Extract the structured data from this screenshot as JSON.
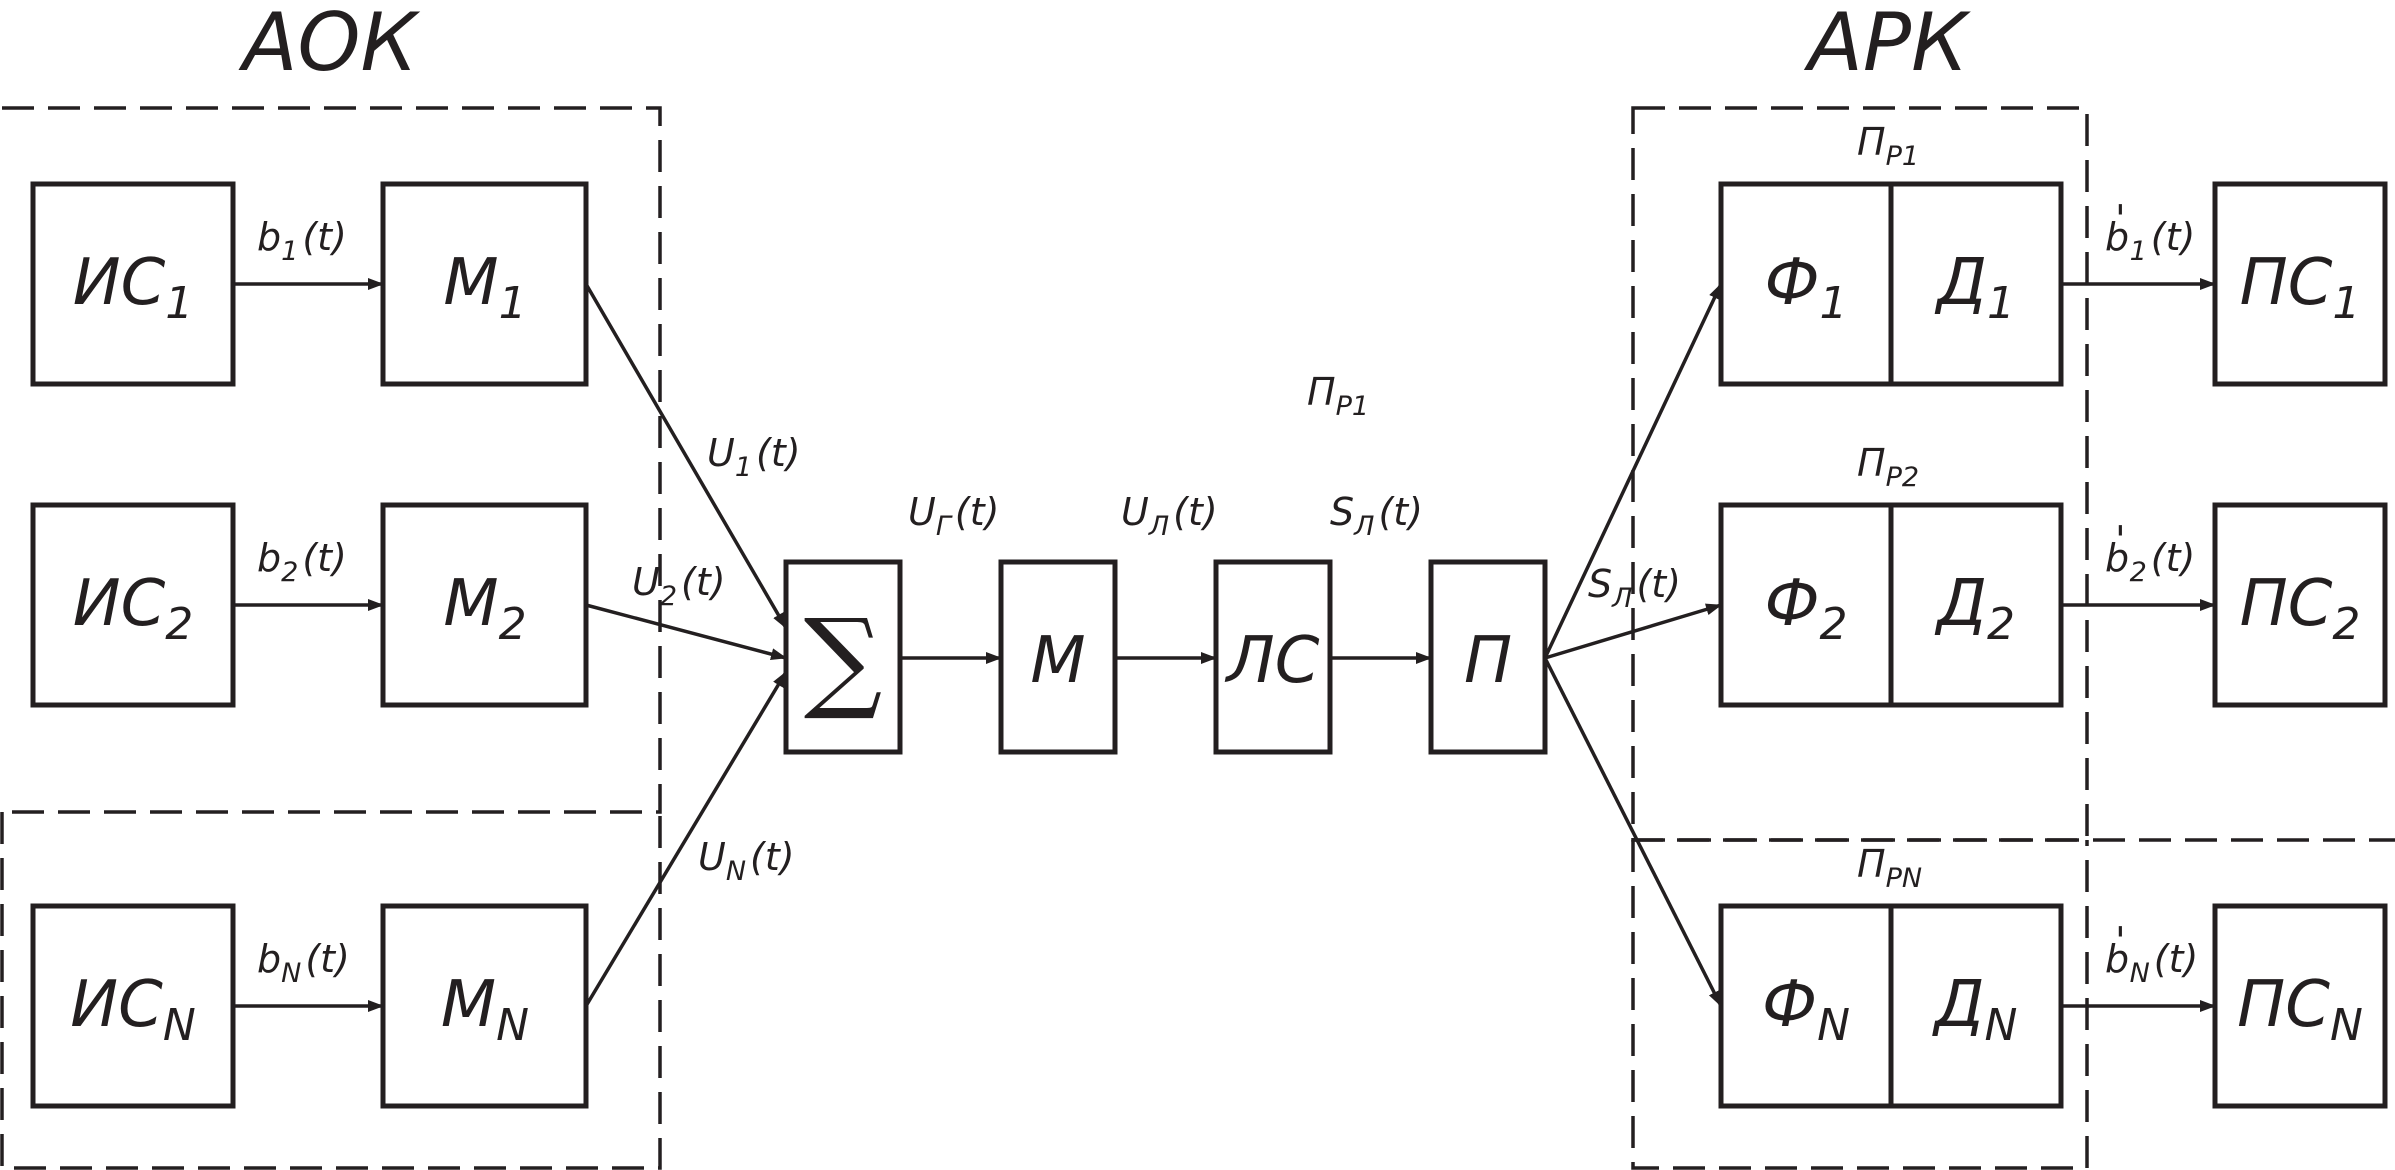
{
  "groups": {
    "transmit": "АОК",
    "receive": "АРК"
  },
  "sources": [
    {
      "name": "ИС",
      "index": "1"
    },
    {
      "name": "ИС",
      "index": "2"
    },
    {
      "name": "ИС",
      "index": "N"
    }
  ],
  "modulators": [
    {
      "name": "М",
      "index": "1"
    },
    {
      "name": "М",
      "index": "2"
    },
    {
      "name": "М",
      "index": "N"
    }
  ],
  "source_signals": [
    {
      "name": "b",
      "index": "1",
      "arg": "(t)"
    },
    {
      "name": "b",
      "index": "2",
      "arg": "(t)"
    },
    {
      "name": "b",
      "index": "N",
      "arg": "(t)"
    }
  ],
  "channel_signals": [
    {
      "name": "U",
      "index": "1",
      "arg": "(t)"
    },
    {
      "name": "U",
      "index": "2",
      "arg": "(t)"
    },
    {
      "name": "U",
      "index": "N",
      "arg": "(t)"
    }
  ],
  "chain": {
    "summator": "∑",
    "modulator": "М",
    "line": "ЛС",
    "receiver": "П"
  },
  "chain_signals": [
    {
      "name": "U",
      "index": "Г",
      "arg": "(t)"
    },
    {
      "name": "U",
      "index": "Л",
      "arg": "(t)"
    },
    {
      "name": "S",
      "index": "Л",
      "arg": "(t)"
    },
    {
      "name": "S",
      "index": "Л",
      "arg": "(t)"
    }
  ],
  "receivers": [
    {
      "label": "П",
      "label_index": "Р1",
      "filter": "Ф",
      "detector": "Д",
      "index": "1"
    },
    {
      "label": "П",
      "label_index": "Р2",
      "filter": "Ф",
      "detector": "Д",
      "index": "2"
    },
    {
      "label": "П",
      "label_index": "РN",
      "filter": "Ф",
      "detector": "Д",
      "index": "N"
    }
  ],
  "middle_label": {
    "name": "П",
    "index": "Р1"
  },
  "output_signals": [
    {
      "name": "b",
      "prime": "'",
      "index": "1",
      "arg": "(t)"
    },
    {
      "name": "b",
      "prime": "'",
      "index": "2",
      "arg": "(t)"
    },
    {
      "name": "b",
      "prime": "'",
      "index": "N",
      "arg": "(t)"
    }
  ],
  "sinks": [
    {
      "name": "ПС",
      "index": "1"
    },
    {
      "name": "ПС",
      "index": "2"
    },
    {
      "name": "ПС",
      "index": "N"
    }
  ]
}
